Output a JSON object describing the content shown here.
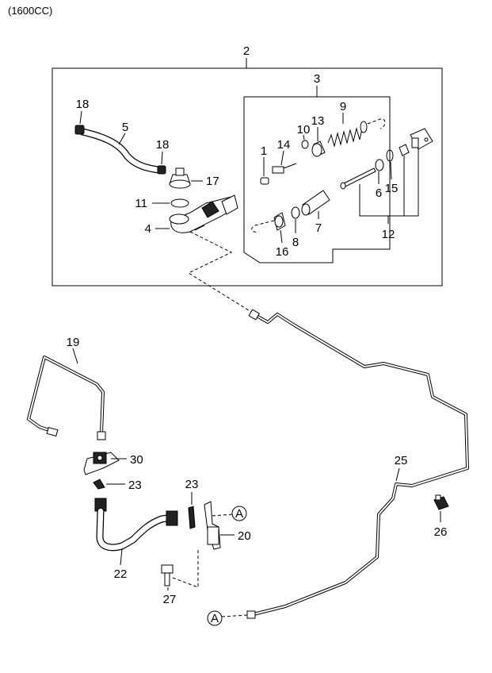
{
  "header": {
    "variant": "(1600CC)"
  },
  "callouts": {
    "c1": "1",
    "c2": "2",
    "c3": "3",
    "c4": "4",
    "c5": "5",
    "c6": "6",
    "c7": "7",
    "c8": "8",
    "c9": "9",
    "c10": "10",
    "c11": "11",
    "c12": "12",
    "c13": "13",
    "c14": "14",
    "c15": "15",
    "c16": "16",
    "c17": "17",
    "c18a": "18",
    "c18b": "18",
    "c19": "19",
    "c20": "20",
    "c22": "22",
    "c23a": "23",
    "c23b": "23",
    "c25": "25",
    "c26": "26",
    "c27": "27",
    "c30": "30"
  },
  "connectors": {
    "a_upper": "A",
    "a_lower": "A"
  }
}
